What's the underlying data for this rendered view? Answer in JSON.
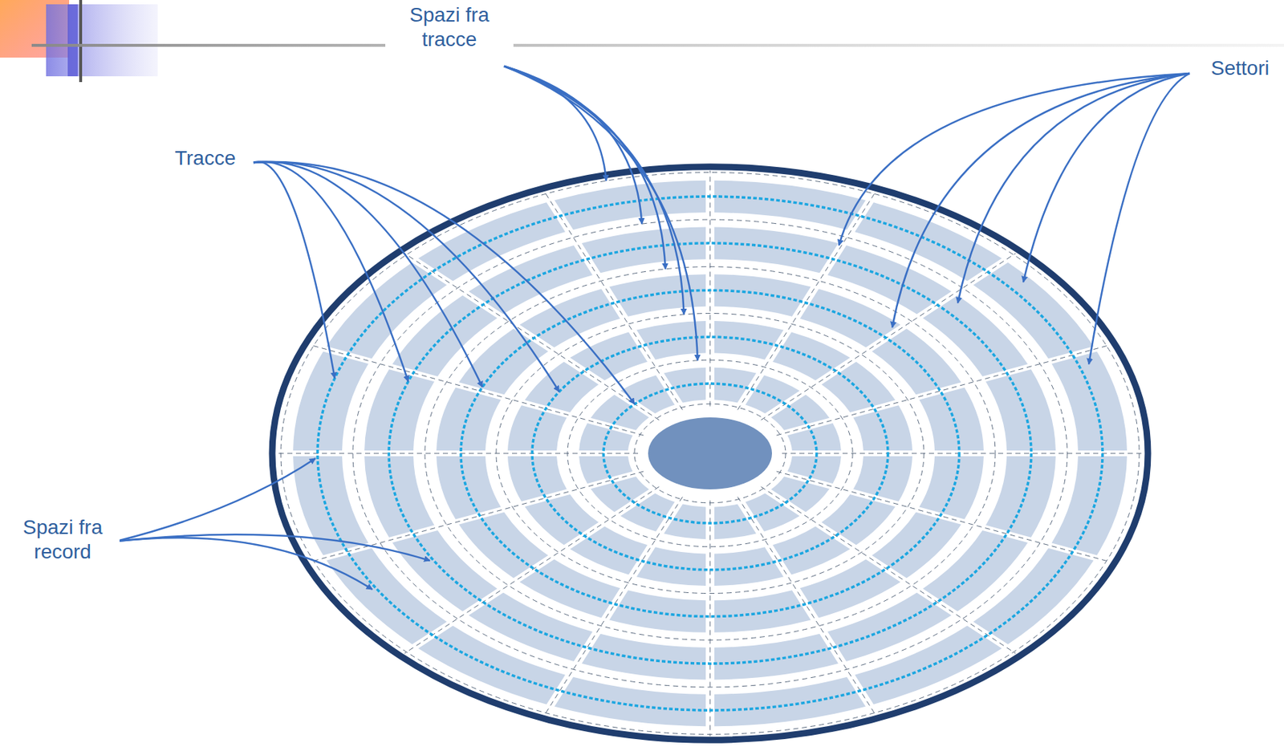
{
  "diagram": {
    "labels": [
      "Spazi fra tracce",
      "Settori",
      "Tracce",
      "Spazi fra record"
    ]
  }
}
